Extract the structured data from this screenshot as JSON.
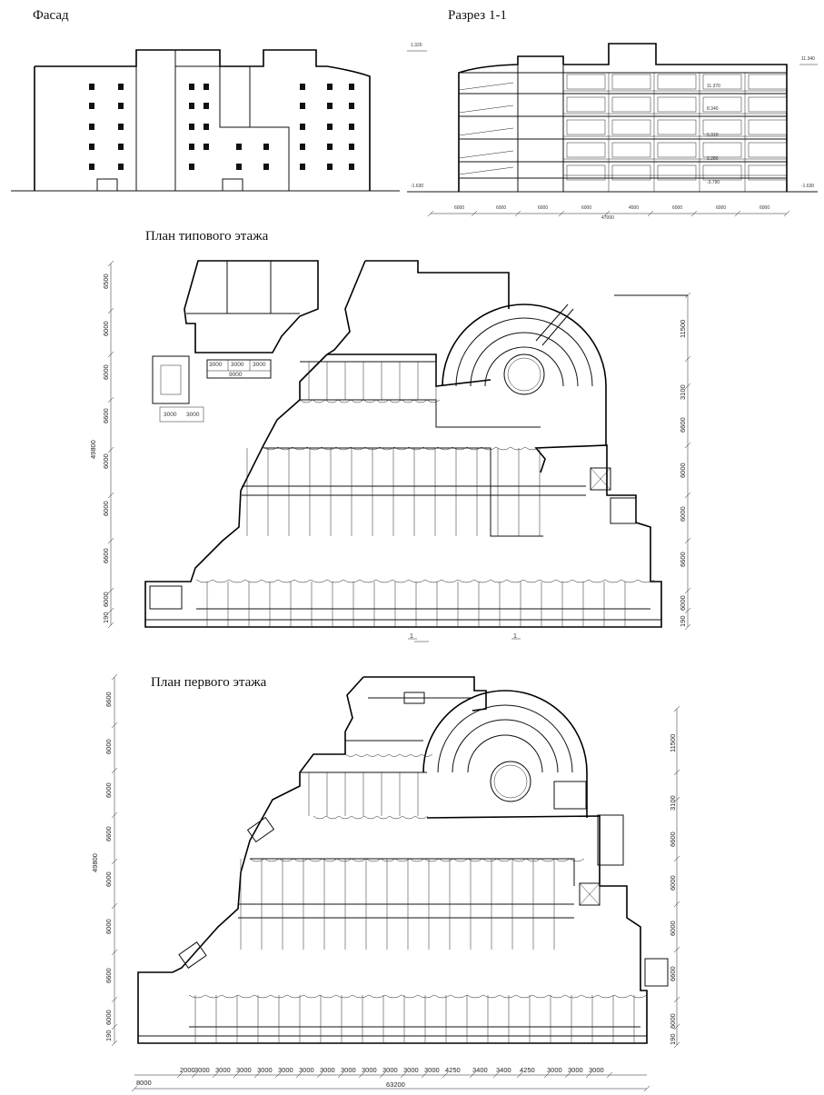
{
  "titles": {
    "facade": "Фасад",
    "section": "Разрез 1-1",
    "typical_plan": "План типового этажа",
    "first_plan": "План первого этажа"
  },
  "section": {
    "level_labels": [
      "1.320",
      "11.340",
      "-1.630",
      "-1.630"
    ],
    "floor_labels": [
      "11.370",
      "8.340",
      "5.310",
      "2.280",
      "-3.790"
    ],
    "bottom_dims": [
      "6000",
      "6000",
      "6000",
      "6000",
      "4500",
      "6000",
      "6000",
      "6000"
    ],
    "bottom_total": "47000"
  },
  "typical_plan": {
    "left_dims": [
      "6500",
      "6000",
      "6000",
      "6600",
      "6000",
      "6000",
      "6600",
      "190",
      "6000"
    ],
    "left_total": "49800",
    "right_dims": [
      "11500",
      "3100",
      "6600",
      "6000",
      "6000",
      "6600",
      "190",
      "6000"
    ],
    "grid_labels": [
      "3000",
      "3000",
      "3000",
      "9000",
      "3000",
      "3000"
    ],
    "cut_marks": [
      "1",
      "1"
    ]
  },
  "first_plan": {
    "left_dims": [
      "6600",
      "6000",
      "6000",
      "6600",
      "6000",
      "6000",
      "6600",
      "190",
      "6000"
    ],
    "left_total": "49800",
    "right_dims": [
      "11500",
      "3100",
      "6600",
      "6000",
      "6000",
      "6600",
      "190",
      "6000"
    ],
    "bottom_dims": [
      "2000",
      "3000",
      "3000",
      "3000",
      "3000",
      "3000",
      "3000",
      "3000",
      "3000",
      "3000",
      "3000",
      "3000",
      "3000",
      "4250",
      "3400",
      "3400",
      "4250",
      "3000",
      "3000",
      "3000"
    ],
    "bottom_left": "8000",
    "bottom_total": "63200"
  }
}
